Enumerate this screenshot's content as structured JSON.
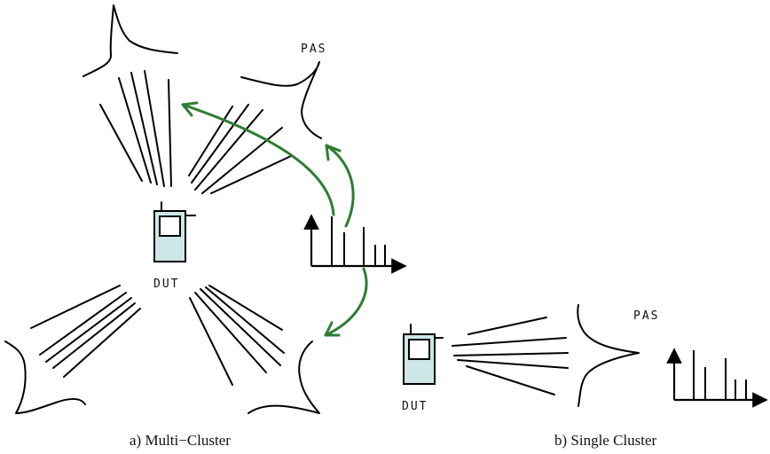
{
  "labels": {
    "pas_multi": "PAS",
    "pas_single": "PAS",
    "dut_multi": "DUT",
    "dut_single": "DUT",
    "caption_a": "a) Multi−Cluster",
    "caption_b": "b) Single Cluster"
  },
  "colors": {
    "arrow": "#2e7d32",
    "phone": "#cfe6e6",
    "ink": "#000000"
  },
  "icons": [
    "mobile-phone-icon",
    "green-arrow-icon",
    "axis-arrow-icon"
  ]
}
